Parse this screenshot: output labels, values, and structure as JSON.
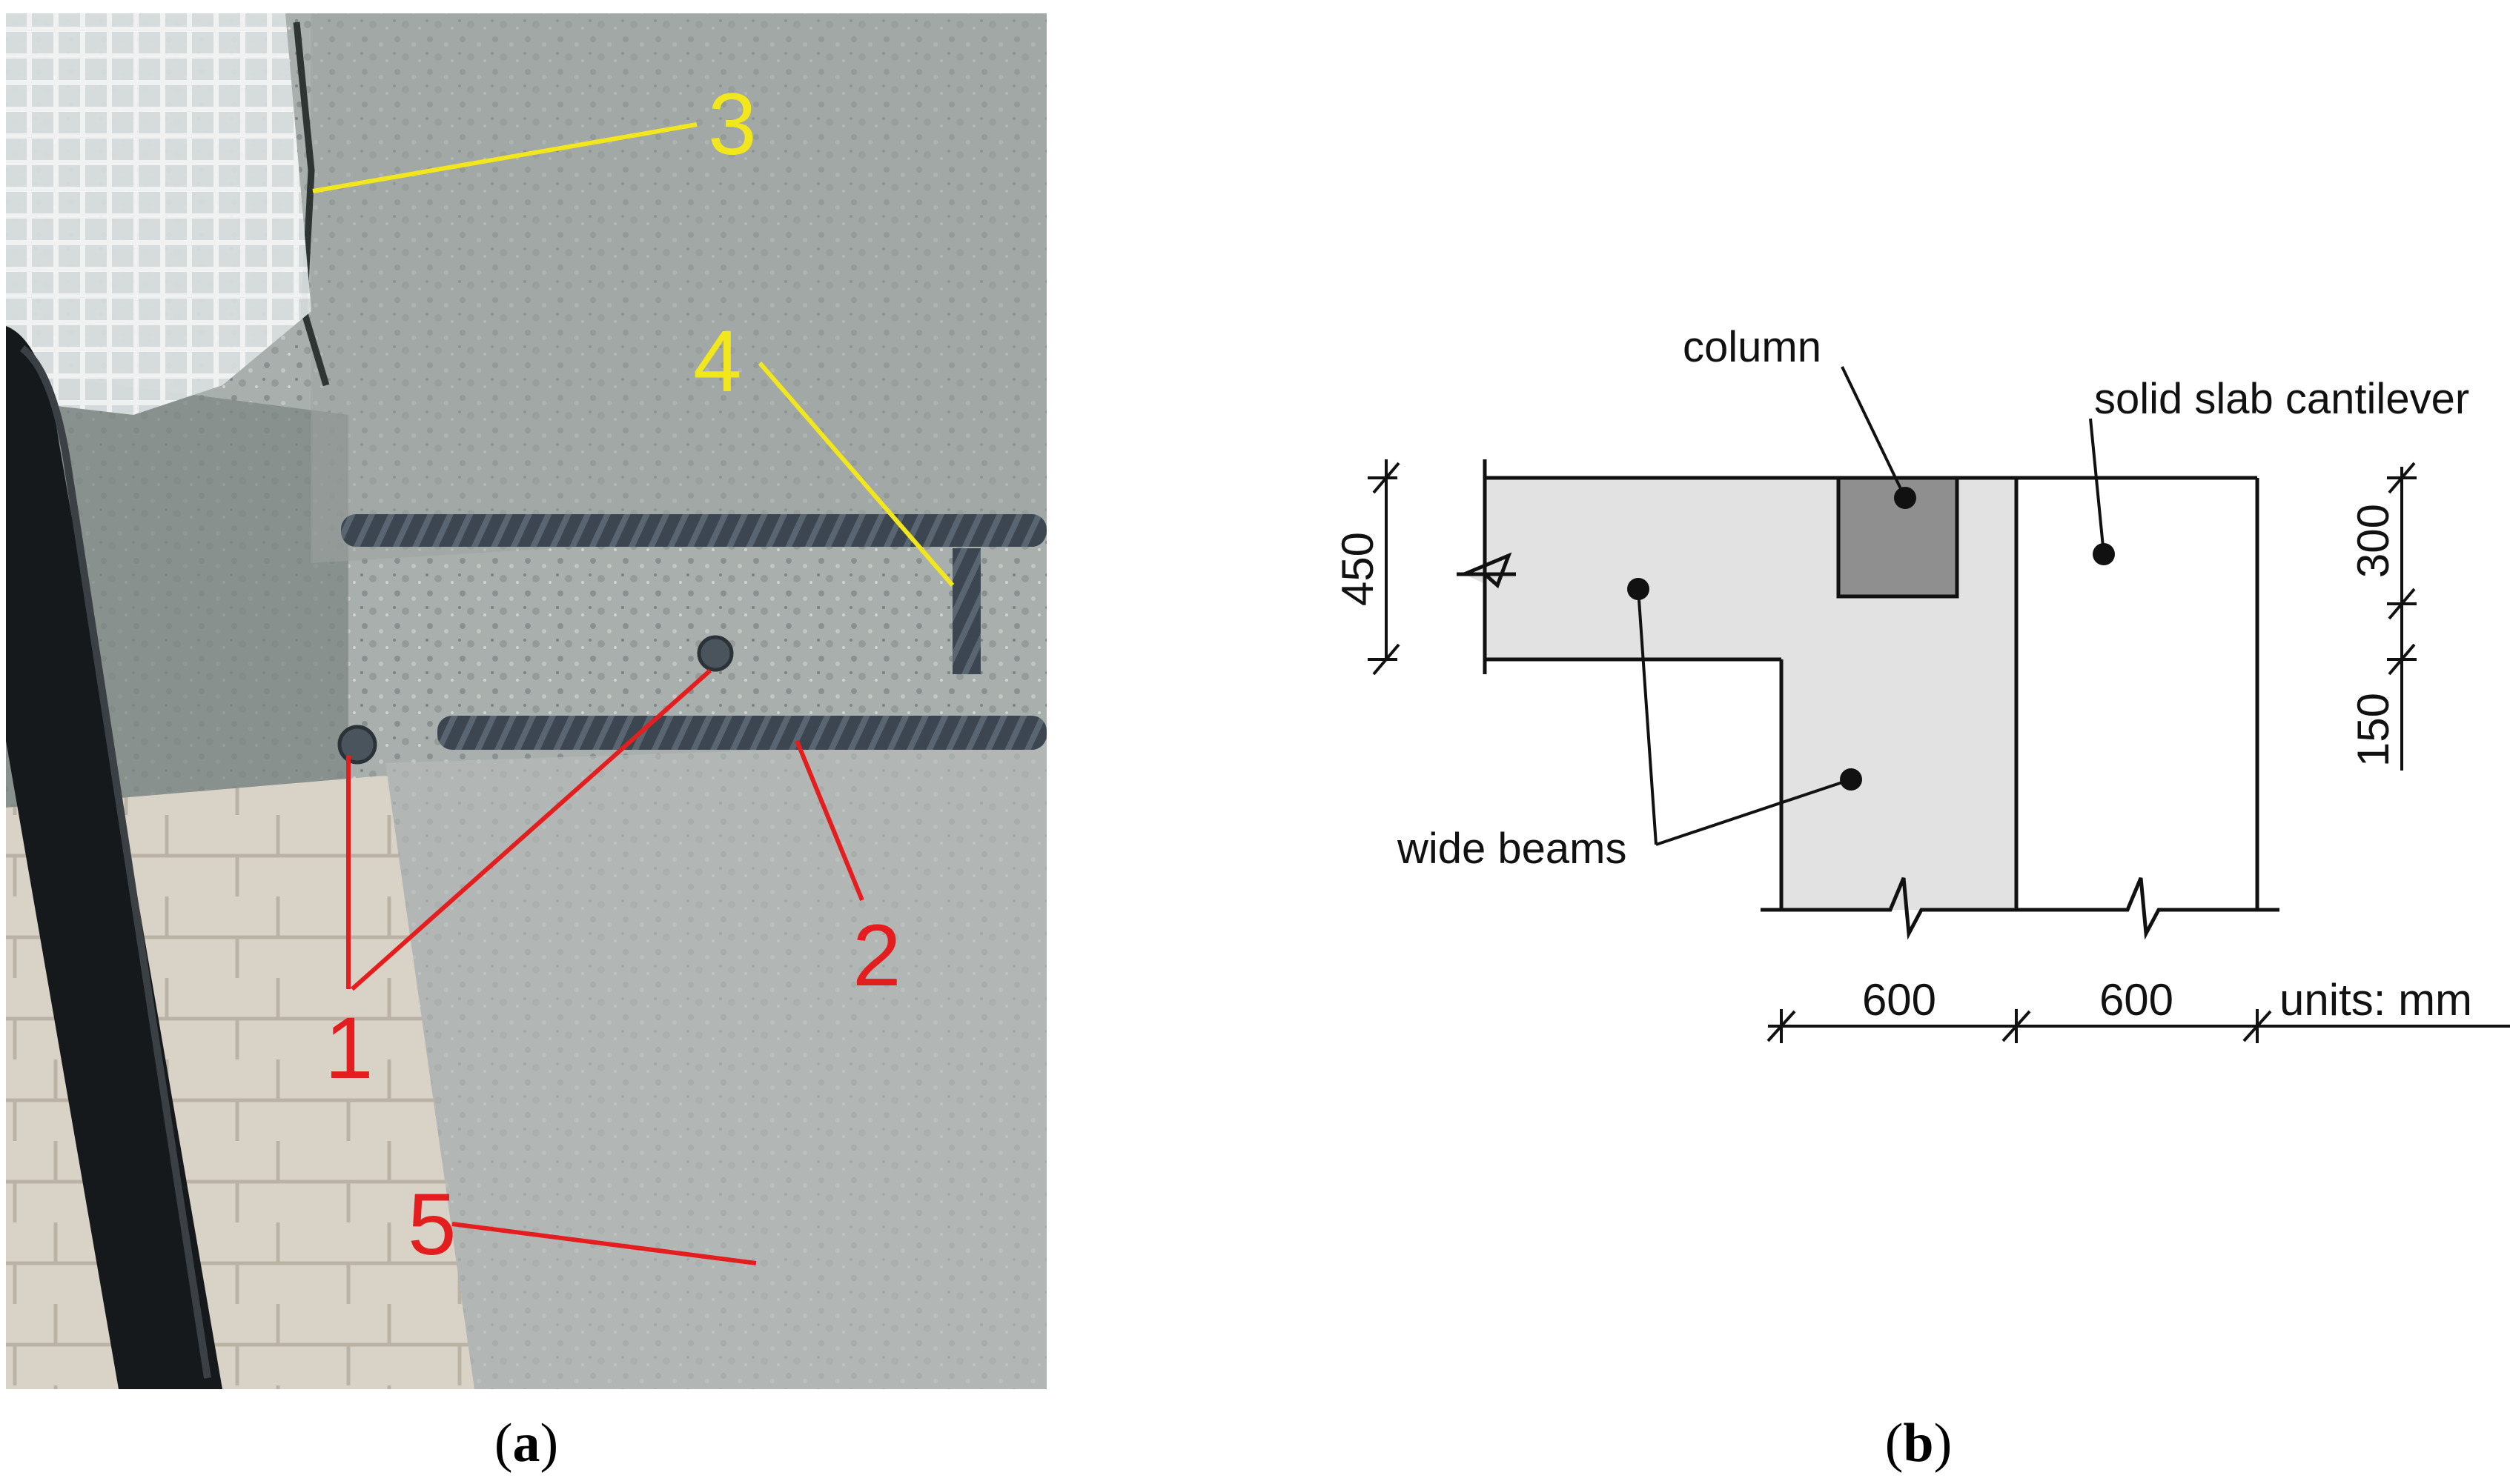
{
  "panel_a": {
    "caption_open": "(",
    "caption_letter": "a",
    "caption_close": ")",
    "callouts": [
      {
        "label": "1",
        "color": "#e41e1e"
      },
      {
        "label": "2",
        "color": "#e41e1e"
      },
      {
        "label": "3",
        "color": "#f2e61c"
      },
      {
        "label": "4",
        "color": "#f2e61c"
      },
      {
        "label": "5",
        "color": "#e41e1e"
      }
    ]
  },
  "panel_b": {
    "caption_open": "(",
    "caption_letter": "b",
    "caption_close": ")",
    "labels": {
      "column": "column",
      "slab": "solid slab cantilever",
      "beams": "wide beams"
    },
    "dimensions": {
      "depth_total": "450",
      "depth_upper": "300",
      "depth_lower": "150",
      "width_beam": "600",
      "width_slab": "600",
      "units": "units: mm"
    },
    "colors": {
      "beam_fill": "#e2e2e2",
      "column_fill": "#8f8f8f",
      "line": "#111111"
    }
  }
}
